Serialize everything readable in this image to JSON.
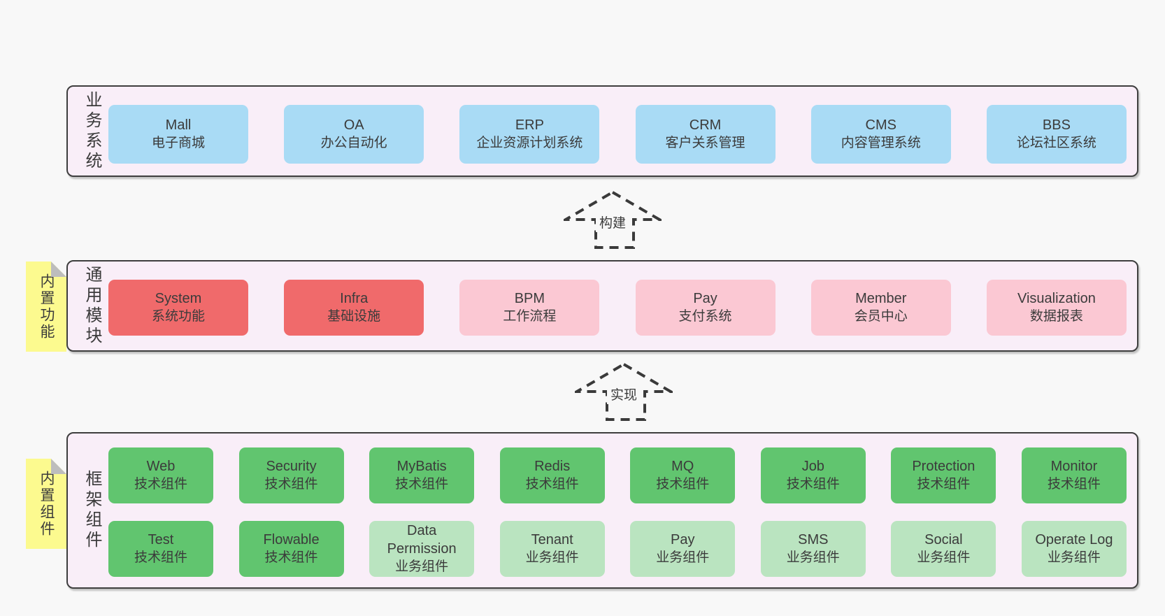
{
  "palette": {
    "page_background": "#f8f8f8",
    "panel_background": "#f9eef8",
    "panel_border": "#3e3e3e",
    "business_box": "#a9dbf5",
    "core_module_box": "#f06a6b",
    "optional_module_box": "#fbc8d3",
    "tech_component_box": "#61c56f",
    "biz_component_box": "#bae4c0",
    "sticky_note": "#fcfa8f",
    "sticky_fold": "#bdbdbd",
    "text": "#3b3b3b"
  },
  "arrows": [
    {
      "label": "构建"
    },
    {
      "label": "实现"
    }
  ],
  "rows": [
    {
      "label": "业务系统",
      "items": [
        {
          "en": "Mall",
          "zh": "电子商城"
        },
        {
          "en": "OA",
          "zh": "办公自动化"
        },
        {
          "en": "ERP",
          "zh": "企业资源计划系统"
        },
        {
          "en": "CRM",
          "zh": "客户关系管理"
        },
        {
          "en": "CMS",
          "zh": "内容管理系统"
        },
        {
          "en": "BBS",
          "zh": "论坛社区系统"
        }
      ]
    },
    {
      "label": "通用模块",
      "sticky": "内置功能",
      "items": [
        {
          "en": "System",
          "zh": "系统功能",
          "variant": "red"
        },
        {
          "en": "Infra",
          "zh": "基础设施",
          "variant": "red"
        },
        {
          "en": "BPM",
          "zh": "工作流程",
          "variant": "pink"
        },
        {
          "en": "Pay",
          "zh": "支付系统",
          "variant": "pink"
        },
        {
          "en": "Member",
          "zh": "会员中心",
          "variant": "pink"
        },
        {
          "en": "Visualization",
          "zh": "数据报表",
          "variant": "pink"
        }
      ]
    },
    {
      "label": "框架组件",
      "sticky": "内置组件",
      "items_top": [
        {
          "en": "Web",
          "zh": "技术组件",
          "variant": "green"
        },
        {
          "en": "Security",
          "zh": "技术组件",
          "variant": "green"
        },
        {
          "en": "MyBatis",
          "zh": "技术组件",
          "variant": "green"
        },
        {
          "en": "Redis",
          "zh": "技术组件",
          "variant": "green"
        },
        {
          "en": "MQ",
          "zh": "技术组件",
          "variant": "green"
        },
        {
          "en": "Job",
          "zh": "技术组件",
          "variant": "green"
        },
        {
          "en": "Protection",
          "zh": "技术组件",
          "variant": "green"
        },
        {
          "en": "Monitor",
          "zh": "技术组件",
          "variant": "green"
        }
      ],
      "items_bottom": [
        {
          "en": "Test",
          "zh": "技术组件",
          "variant": "green"
        },
        {
          "en": "Flowable",
          "zh": "技术组件",
          "variant": "green"
        },
        {
          "en": "Data Permission",
          "zh": "业务组件",
          "variant": "lightgreen"
        },
        {
          "en": "Tenant",
          "zh": "业务组件",
          "variant": "lightgreen"
        },
        {
          "en": "Pay",
          "zh": "业务组件",
          "variant": "lightgreen"
        },
        {
          "en": "SMS",
          "zh": "业务组件",
          "variant": "lightgreen"
        },
        {
          "en": "Social",
          "zh": "业务组件",
          "variant": "lightgreen"
        },
        {
          "en": "Operate Log",
          "zh": "业务组件",
          "variant": "lightgreen"
        }
      ]
    }
  ]
}
